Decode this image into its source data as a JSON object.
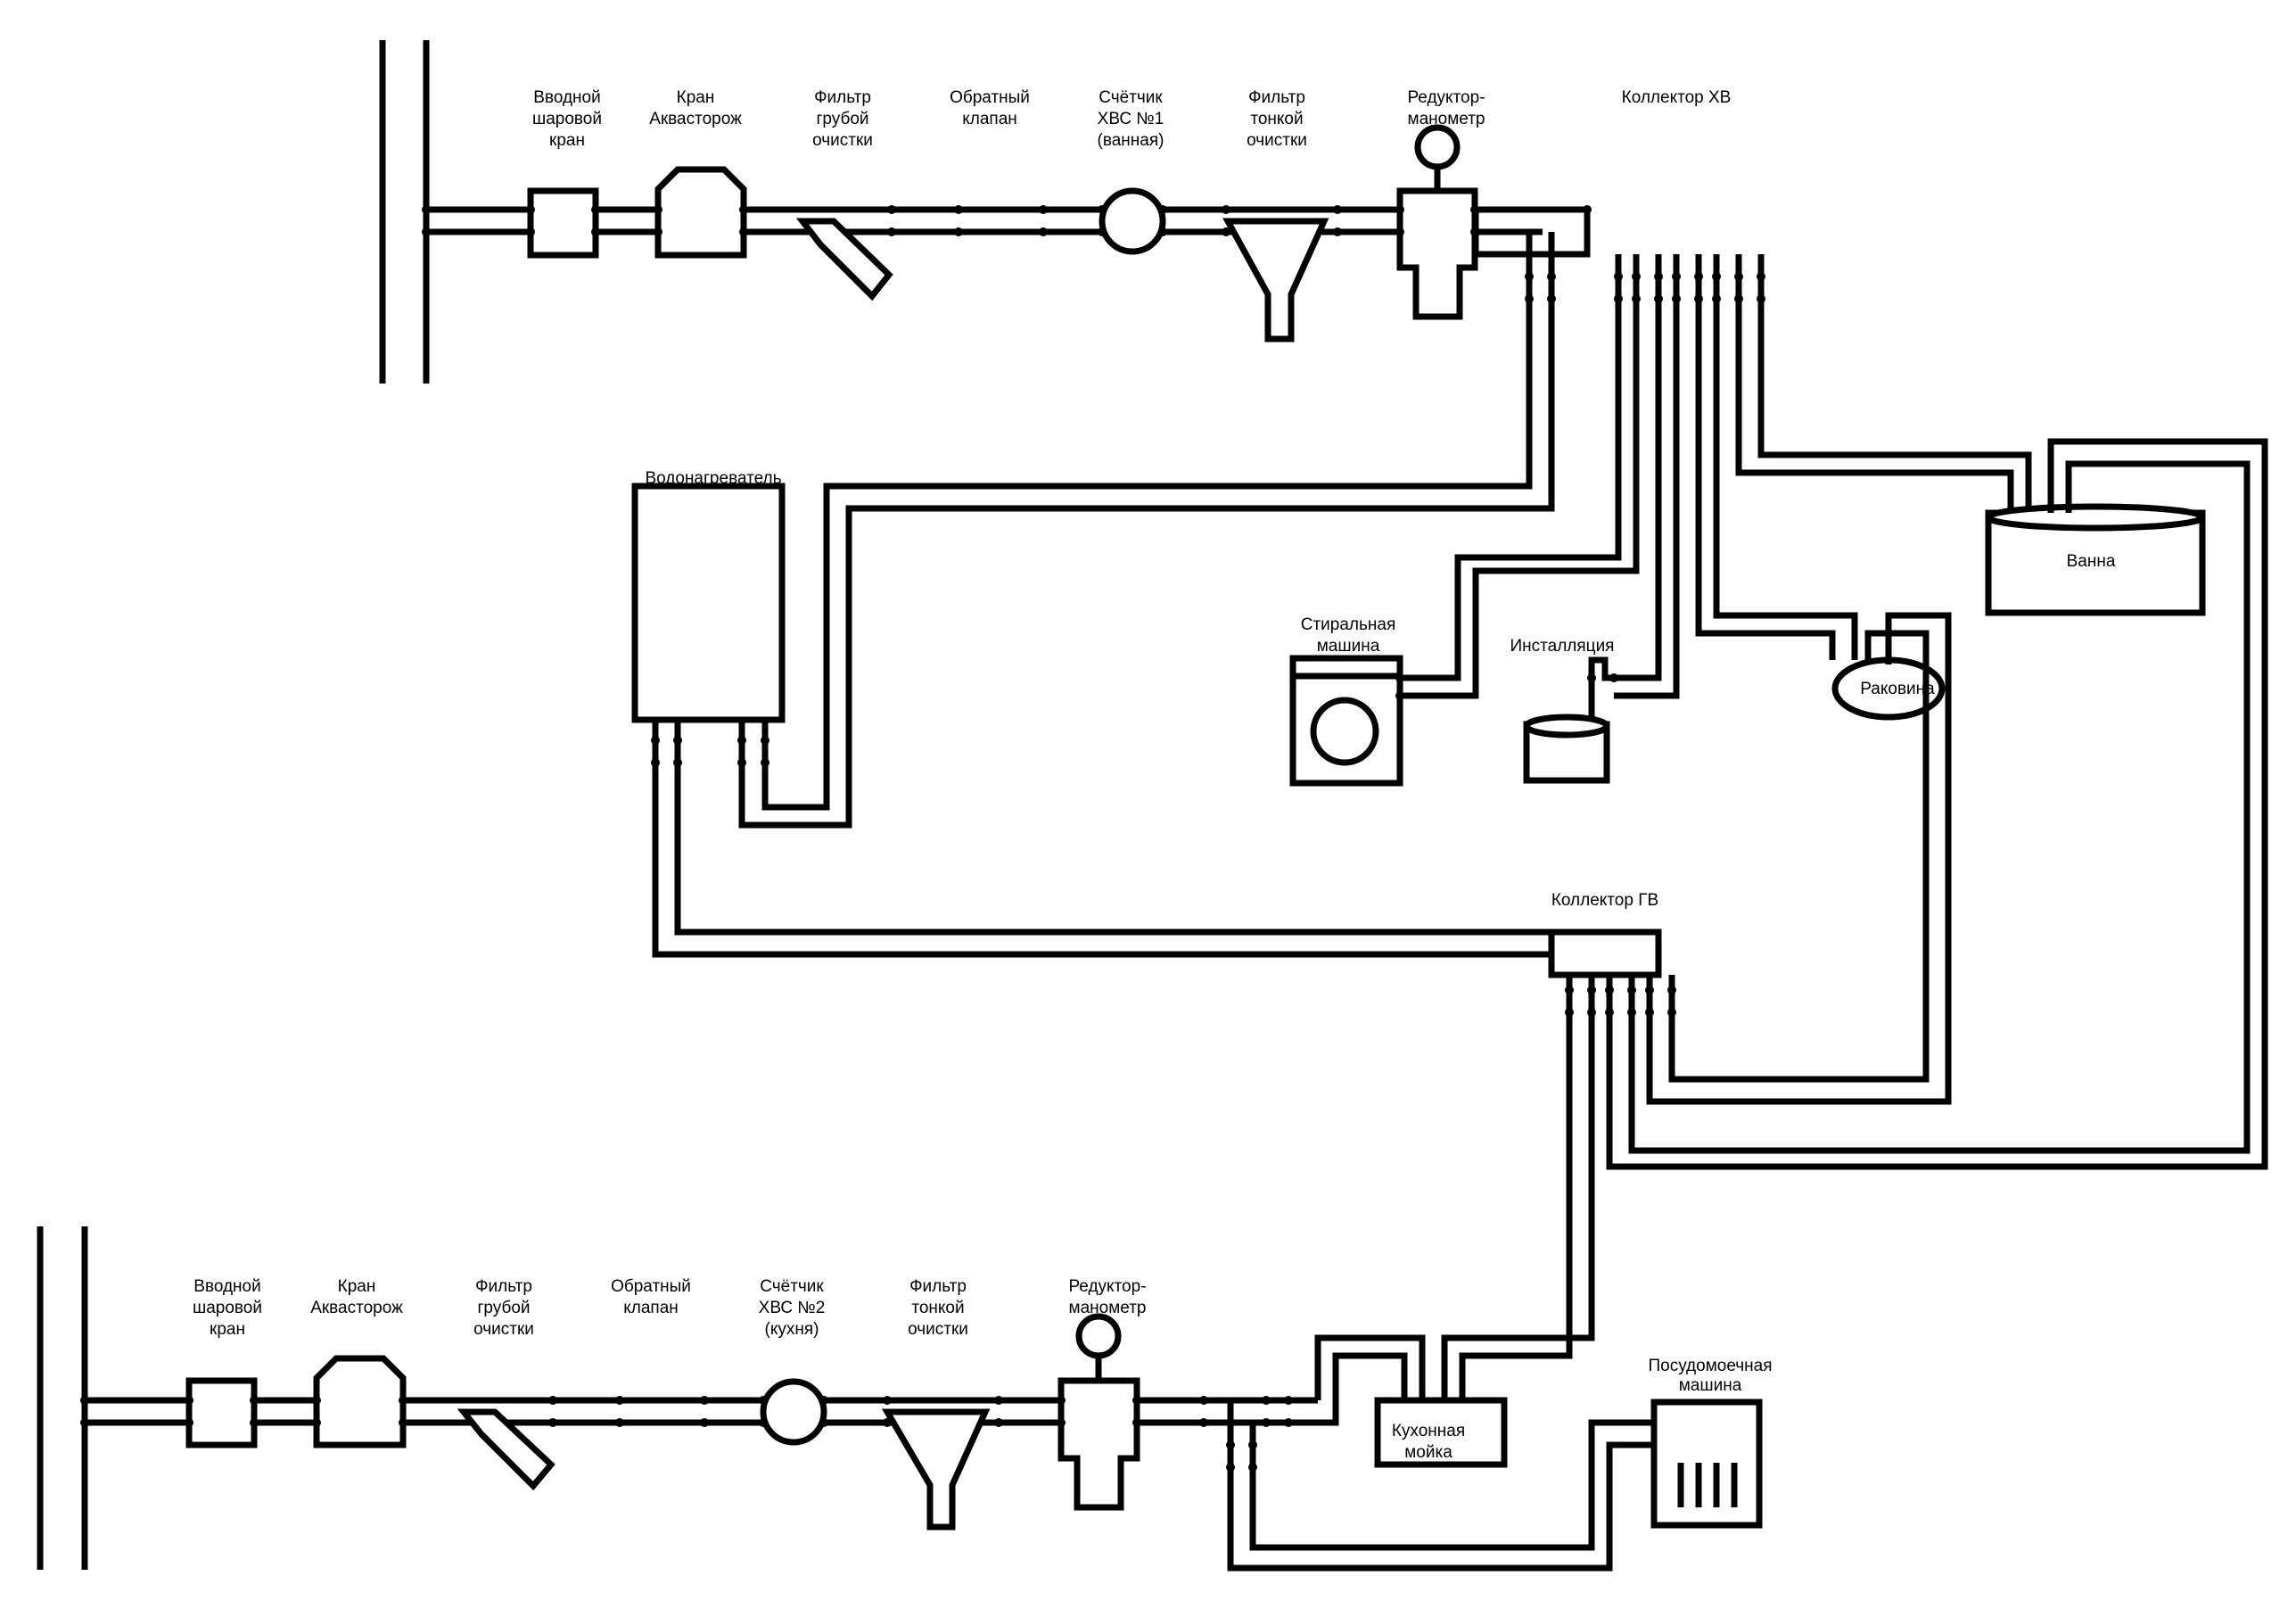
{
  "upper_line": {
    "ball_valve": [
      "Вводной",
      "шаровой",
      "кран"
    ],
    "aquastorozh": [
      "Кран",
      "Аквасторож"
    ],
    "coarse_filter": [
      "Фильтр",
      "грубой",
      "очистки"
    ],
    "check_valve": [
      "Обратный",
      "клапан"
    ],
    "meter": [
      "Счётчик",
      "ХВС №1",
      "(ванная)"
    ],
    "fine_filter": [
      "Фильтр",
      "тонкой",
      "очистки"
    ],
    "reducer": [
      "Редуктор-",
      "манометр"
    ]
  },
  "lower_line": {
    "ball_valve": [
      "Вводной",
      "шаровой",
      "кран"
    ],
    "aquastorozh": [
      "Кран",
      "Аквасторож"
    ],
    "coarse_filter": [
      "Фильтр",
      "грубой",
      "очистки"
    ],
    "check_valve": [
      "Обратный",
      "клапан"
    ],
    "meter": [
      "Счётчик",
      "ХВС №2",
      "(кухня)"
    ],
    "fine_filter": [
      "Фильтр",
      "тонкой",
      "очистки"
    ],
    "reducer": [
      "Редуктор-",
      "манометр"
    ]
  },
  "cold_collector": "Коллектор ХВ",
  "hot_collector": "Коллектор ГВ",
  "water_heater": "Водонагреватель",
  "washing_machine": [
    "Стиральная",
    "машина"
  ],
  "installation": "Инсталляция",
  "sink": "Раковина",
  "bath": "Ванна",
  "kitchen_sink": [
    "Кухонная",
    "мойка"
  ],
  "dishwasher": [
    "Посудомоечная",
    "машина"
  ]
}
